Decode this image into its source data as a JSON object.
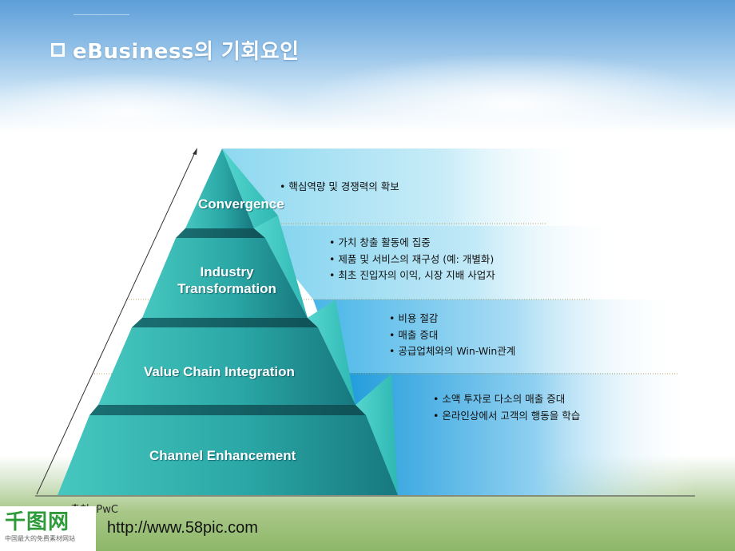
{
  "slide": {
    "title": "eBusiness의 기회요인"
  },
  "pyramid": {
    "levels": [
      {
        "label": "Convergence",
        "bullets": [
          "핵심역량 및 경쟁력의 확보"
        ]
      },
      {
        "label_lines": [
          "Industry",
          "Transformation"
        ],
        "bullets": [
          "가치 창출 활동에 집중",
          "제품 및 서비스의 재구성 (예: 개별화)",
          "최초 진입자의 이익, 시장 지배 사업자"
        ]
      },
      {
        "label": "Value Chain Integration",
        "bullets": [
          "비용 절감",
          "매출 증대",
          "공급업체와의 Win-Win관계"
        ]
      },
      {
        "label": "Channel Enhancement",
        "bullets": [
          "소액 투자로 다소의 매출 증대",
          "온라인상에서 고객의 행동을 학습"
        ]
      }
    ]
  },
  "footer": {
    "source": "출처: PwC",
    "watermark_logo": "千图网",
    "watermark_tagline": "中国最大的免费素材网站",
    "url": "http://www.58pic.com"
  },
  "colors": {
    "teal_light": "#3fc9c3",
    "teal_dark": "#1a7d82",
    "blue_band": "#2a9fd8"
  }
}
